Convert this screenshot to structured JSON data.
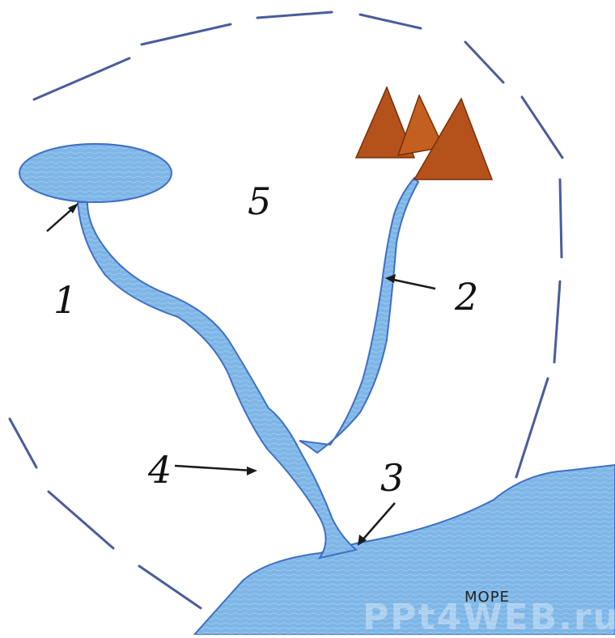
{
  "labels": {
    "lake": "1",
    "mountain_stream": "2",
    "river_mouth": "3",
    "tributary_confluence": "4",
    "basin_area": "5"
  },
  "sea_label": "МОРЕ",
  "watermark": "PPt4WEB.ru",
  "colors": {
    "water": "#7eb6e6",
    "water_edge": "#3f6fc4",
    "mountain": "#b5521b",
    "boundary": "#4a5c9a"
  }
}
